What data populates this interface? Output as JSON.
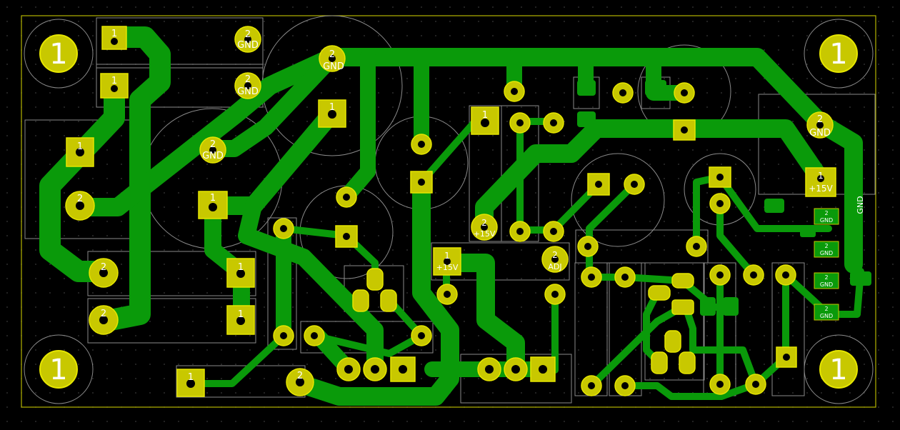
{
  "mounting_holes": [
    "1",
    "1",
    "1",
    "1"
  ],
  "pads": {
    "tl_a": {
      "num": "1",
      "net": ""
    },
    "tl_b": {
      "num": "1",
      "net": ""
    },
    "gnd_top_a": {
      "num": "2",
      "net": "GND"
    },
    "gnd_top_b": {
      "num": "2",
      "net": "GND"
    },
    "gnd_top_c": {
      "num": "2",
      "net": "GND"
    },
    "left_1": {
      "num": "1",
      "net": ""
    },
    "left_2": {
      "num": "2",
      "net": ""
    },
    "gnd_mid": {
      "num": "2",
      "net": "GND"
    },
    "mid_1a": {
      "num": "1",
      "net": ""
    },
    "mid_1b": {
      "num": "1",
      "net": ""
    },
    "bl_2a": {
      "num": "2",
      "net": ""
    },
    "bl_2b": {
      "num": "2",
      "net": ""
    },
    "c_1a": {
      "num": "1",
      "net": ""
    },
    "c_1b": {
      "num": "1",
      "net": ""
    },
    "c_1c": {
      "num": "1",
      "net": ""
    },
    "bot_1": {
      "num": "1",
      "net": ""
    },
    "bot_2": {
      "num": "2",
      "net": ""
    },
    "p15_a": {
      "num": "1",
      "net": "+15V"
    },
    "p15_b": {
      "num": "2",
      "net": "+15V"
    },
    "adj": {
      "num": "2",
      "net": "ADJ"
    },
    "right_gnd": {
      "num": "2",
      "net": "GND"
    },
    "right_p15": {
      "num": "1",
      "net": "+15V"
    }
  },
  "conn_labels": [
    "2",
    "GND",
    "2",
    "GND",
    "2",
    "GND",
    "2",
    "GND"
  ],
  "edge_label": "GND"
}
